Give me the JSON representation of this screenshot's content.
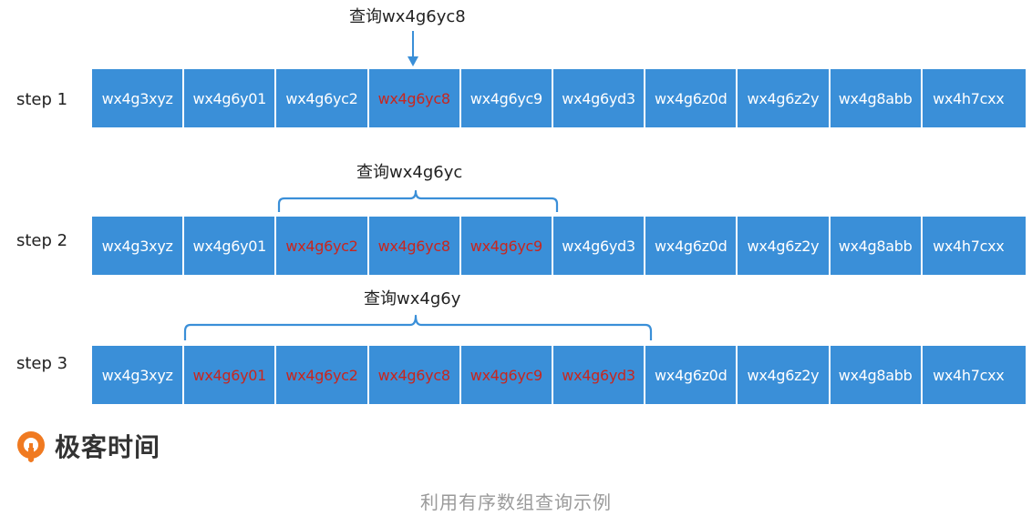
{
  "steps": [
    {
      "label": "step 1",
      "query": "查询wx4g6yc8",
      "cells": [
        {
          "text": "wx4g3xyz",
          "hit": false
        },
        {
          "text": "wx4g6y01",
          "hit": false
        },
        {
          "text": "wx4g6yc2",
          "hit": false
        },
        {
          "text": "wx4g6yc8",
          "hit": true
        },
        {
          "text": "wx4g6yc9",
          "hit": false
        },
        {
          "text": "wx4g6yd3",
          "hit": false
        },
        {
          "text": "wx4g6z0d",
          "hit": false
        },
        {
          "text": "wx4g6z2y",
          "hit": false
        },
        {
          "text": "wx4g8abb",
          "hit": false
        },
        {
          "text": "wx4h7cxx",
          "hit": false
        }
      ]
    },
    {
      "label": "step 2",
      "query": "查询wx4g6yc",
      "cells": [
        {
          "text": "wx4g3xyz",
          "hit": false
        },
        {
          "text": "wx4g6y01",
          "hit": false
        },
        {
          "text": "wx4g6yc2",
          "hit": true
        },
        {
          "text": "wx4g6yc8",
          "hit": true
        },
        {
          "text": "wx4g6yc9",
          "hit": true
        },
        {
          "text": "wx4g6yd3",
          "hit": false
        },
        {
          "text": "wx4g6z0d",
          "hit": false
        },
        {
          "text": "wx4g6z2y",
          "hit": false
        },
        {
          "text": "wx4g8abb",
          "hit": false
        },
        {
          "text": "wx4h7cxx",
          "hit": false
        }
      ]
    },
    {
      "label": "step 3",
      "query": "查询wx4g6y",
      "cells": [
        {
          "text": "wx4g3xyz",
          "hit": false
        },
        {
          "text": "wx4g6y01",
          "hit": true
        },
        {
          "text": "wx4g6yc2",
          "hit": true
        },
        {
          "text": "wx4g6yc8",
          "hit": true
        },
        {
          "text": "wx4g6yc9",
          "hit": true
        },
        {
          "text": "wx4g6yd3",
          "hit": true
        },
        {
          "text": "wx4g6z0d",
          "hit": false
        },
        {
          "text": "wx4g6z2y",
          "hit": false
        },
        {
          "text": "wx4g8abb",
          "hit": false
        },
        {
          "text": "wx4h7cxx",
          "hit": false
        }
      ]
    }
  ],
  "logo": {
    "text": "极客时间",
    "icon": "geektime-logo-icon"
  },
  "caption": "利用有序数组查询示例",
  "colors": {
    "cell_bg": "#3a8fd8",
    "cell_text": "#ffffff",
    "hit_text": "#c8261e",
    "bracket": "#3a8fd8",
    "logo_orange": "#f07a21"
  }
}
